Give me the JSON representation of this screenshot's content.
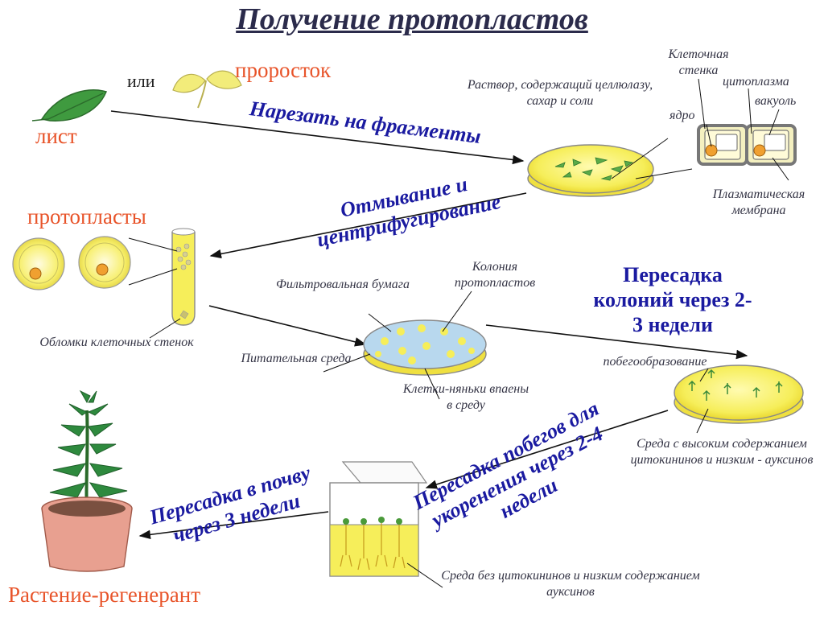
{
  "title": "Получение протопластов",
  "labels": {
    "leaf": "лист",
    "or": "или",
    "sprout": "проросток",
    "solution": "Раствор, содержащий целлюлазу, сахар и соли",
    "cell_wall": "Клеточная стенка",
    "cytoplasm": "цитоплазма",
    "vacuole": "вакуоль",
    "nucleus": "ядро",
    "plasma_membrane": "Плазматическая мембрана",
    "protoplasts": "протопласты",
    "cell_wall_debris": "Обломки клеточных стенок",
    "filter_paper": "Фильтровальная бумага",
    "colony": "Колония протопластов",
    "nutrient_medium": "Питательная среда",
    "nurse_cells": "Клетки-няньки впаены в среду",
    "shoot_formation": "побегообразование",
    "high_cytokinin_medium": "Среда с высоким содержанием цитокининов и низким - ауксинов",
    "no_cytokinin_medium": "Среда без цитокининов и низким содержанием ауксинов",
    "regenerant": "Растение-регенерант"
  },
  "steps": {
    "cut": "Нарезать на фрагменты",
    "wash": "Отмывание и центрифугирование",
    "transfer_colonies": "Пересадка колоний через 2-3 недели",
    "transfer_shoots": "Пересадка побегов для укоренения через 2-4 недели",
    "transfer_soil": "Пересадка в почву через 3 недели"
  },
  "colors": {
    "medium_yellow": "#f6ee5a",
    "nucleus_orange": "#f0a030",
    "filter_blue": "#b8d8ee",
    "plant_green": "#2e8a3e",
    "pot_pink": "#e8a090",
    "step_blue": "#1a1aa0",
    "label_orange": "#e8542a"
  }
}
